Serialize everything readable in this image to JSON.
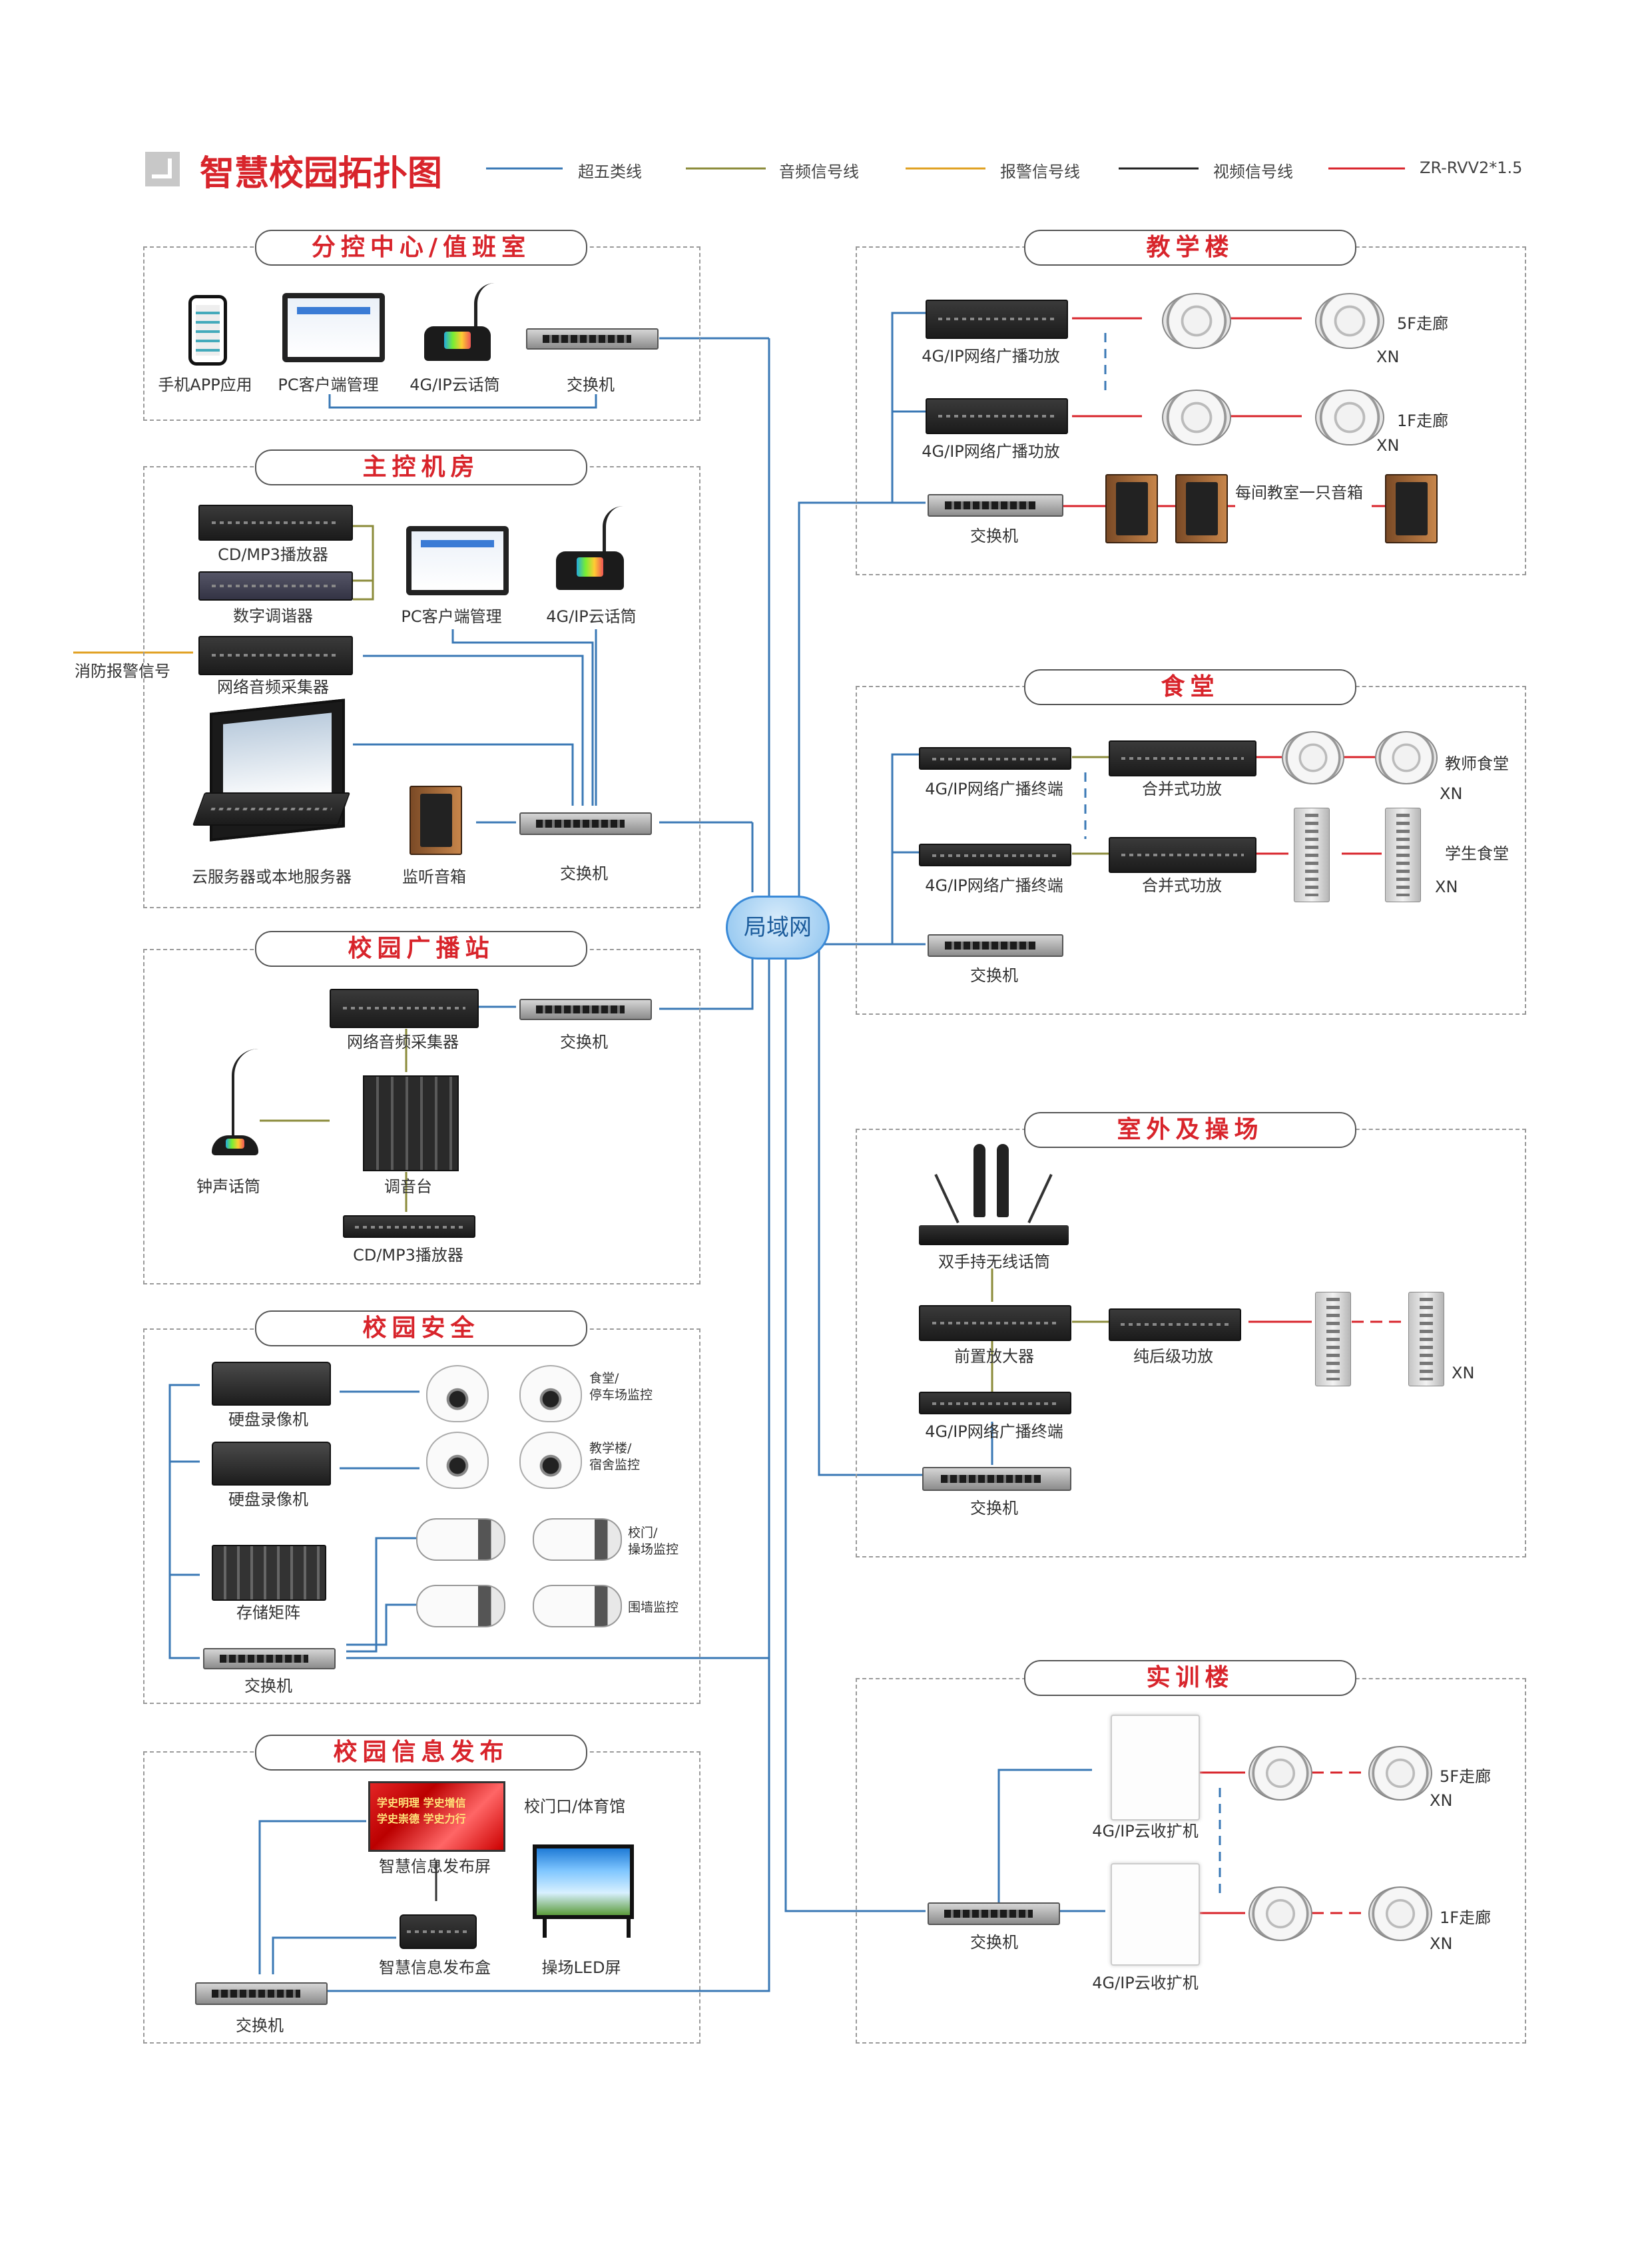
{
  "header": {
    "title": "智慧校园拓扑图",
    "icon": "arrow-corner-icon",
    "legend": [
      {
        "label": "超五类线",
        "color": "#3a78b5"
      },
      {
        "label": "音频信号线",
        "color": "#8b8b3a"
      },
      {
        "label": "报警信号线",
        "color": "#e0a020"
      },
      {
        "label": "视频信号线",
        "color": "#222222"
      },
      {
        "label": "ZR-RVV2*1.5",
        "color": "#d8242b"
      }
    ]
  },
  "network": {
    "label": "局域网"
  },
  "sections": {
    "branch_control": {
      "title": "分控中心/值班室",
      "labels": {
        "app": "手机APP应用",
        "pc": "PC客户端管理",
        "mic": "4G/IP云话筒",
        "switch": "交换机"
      }
    },
    "main_room": {
      "title": "主控机房",
      "labels": {
        "cd": "CD/MP3播放器",
        "tuner": "数字调谐器",
        "collector": "网络音频采集器",
        "fire_alarm": "消防报警信号",
        "pc": "PC客户端管理",
        "mic": "4G/IP云话筒",
        "server": "云服务器或本地服务器",
        "monitor_speaker": "监听音箱",
        "switch": "交换机"
      }
    },
    "broadcast_station": {
      "title": "校园广播站",
      "labels": {
        "collector": "网络音频采集器",
        "switch": "交换机",
        "bell_mic": "钟声话筒",
        "mixer": "调音台",
        "cd": "CD/MP3播放器"
      }
    },
    "security": {
      "title": "校园安全",
      "labels": {
        "nvr1": "硬盘录像机",
        "nvr2": "硬盘录像机",
        "storage": "存储矩阵",
        "switch": "交换机",
        "cam_group1": "食堂/\n停车场监控",
        "cam_group2": "教学楼/\n宿舍监控",
        "cam_group3": "校门/\n操场监控",
        "cam_group4": "围墙监控"
      }
    },
    "info_release": {
      "title": "校园信息发布",
      "labels": {
        "smart_screen": "智慧信息发布屏",
        "screen_location": "校门口/体育馆",
        "release_box": "智慧信息发布盒",
        "led": "操场LED屏",
        "switch": "交换机",
        "screen_text": "学史明理 学史增信\n学史崇德 学史力行"
      }
    },
    "teaching": {
      "title": "教学楼",
      "labels": {
        "amp1": "4G/IP网络广播功放",
        "amp2": "4G/IP网络广播功放",
        "switch": "交换机",
        "floor5": "5F走廊",
        "floor1": "1F走廊",
        "xn1": "XN",
        "xn2": "XN",
        "classroom": "每间教室一只音箱"
      }
    },
    "canteen": {
      "title": "食堂",
      "labels": {
        "term1": "4G/IP网络广播终端",
        "term2": "4G/IP网络广播终端",
        "amp1": "合并式功放",
        "amp2": "合并式功放",
        "teacher": "教师食堂",
        "student": "学生食堂",
        "xn1": "XN",
        "xn2": "XN",
        "switch": "交换机"
      }
    },
    "outdoor": {
      "title": "室外及操场",
      "labels": {
        "wireless": "双手持无线话筒",
        "preamp": "前置放大器",
        "power_amp": "纯后级功放",
        "terminal": "4G/IP网络广播终端",
        "switch": "交换机",
        "xn": "XN"
      }
    },
    "training": {
      "title": "实训楼",
      "labels": {
        "ext1": "4G/IP云收扩机",
        "ext2": "4G/IP云收扩机",
        "switch": "交换机",
        "floor5": "5F走廊",
        "floor1": "1F走廊",
        "xn1": "XN",
        "xn2": "XN"
      }
    }
  }
}
